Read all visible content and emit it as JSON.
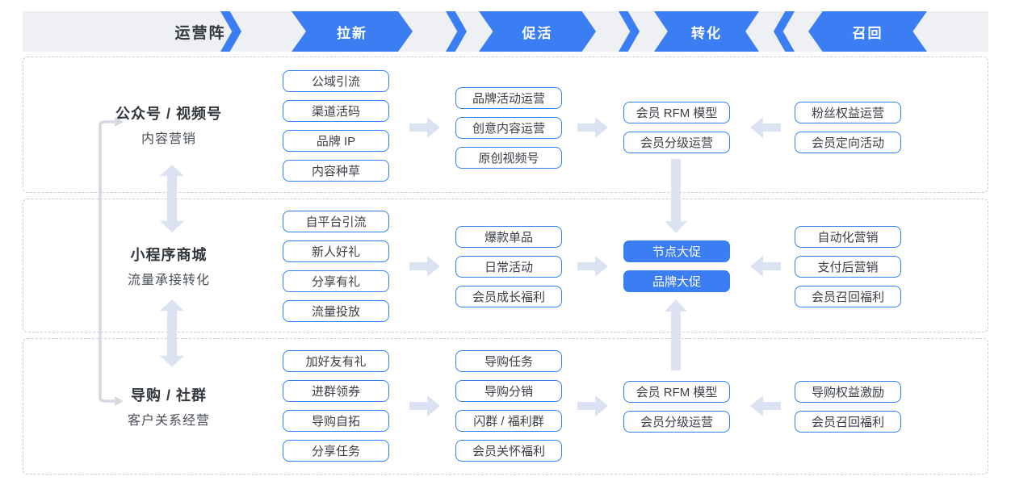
{
  "header": {
    "label": "运营阵",
    "stages": [
      {
        "label": "拉新",
        "direction": "right"
      },
      {
        "label": "促活",
        "direction": "right"
      },
      {
        "label": "转化",
        "direction": "both"
      },
      {
        "label": "召回",
        "direction": "left"
      }
    ]
  },
  "rows": [
    {
      "title": "公众号 / 视频号",
      "subtitle": "内容营销",
      "col1": [
        "公域引流",
        "渠道活码",
        "品牌 IP",
        "内容种草"
      ],
      "col2": [
        "品牌活动运营",
        "创意内容运营",
        "原创视频号"
      ],
      "col3": [
        "会员 RFM 模型",
        "会员分级运营"
      ],
      "col4": [
        "粉丝权益运营",
        "会员定向活动"
      ]
    },
    {
      "title": "小程序商城",
      "subtitle": "流量承接转化",
      "col1": [
        "自平台引流",
        "新人好礼",
        "分享有礼",
        "流量投放"
      ],
      "col2": [
        "爆款单品",
        "日常活动",
        "会员成长福利"
      ],
      "col3": [
        "节点大促",
        "品牌大促"
      ],
      "col4": [
        "自动化营销",
        "支付后营销",
        "会员召回福利"
      ]
    },
    {
      "title": "导购 / 社群",
      "subtitle": "客户关系经营",
      "col1": [
        "加好友有礼",
        "进群领券",
        "导购自拓",
        "分享任务"
      ],
      "col2": [
        "导购任务",
        "导购分销",
        "闪群 / 福利群",
        "会员关怀福利"
      ],
      "col3": [
        "会员 RFM 模型",
        "会员分级运营"
      ],
      "col4": [
        "导购权益激励",
        "会员召回福利"
      ]
    }
  ],
  "colors": {
    "accent": "#3b7df2",
    "accent_border": "#2e82f5",
    "pale_arrow": "#dbe2f1",
    "connector": "#d3d8e1",
    "panel_dash": "#c9cdd5",
    "header_bg": "#eef0f4",
    "title_ink": "#32373d",
    "box_ink": "#3b4046"
  }
}
